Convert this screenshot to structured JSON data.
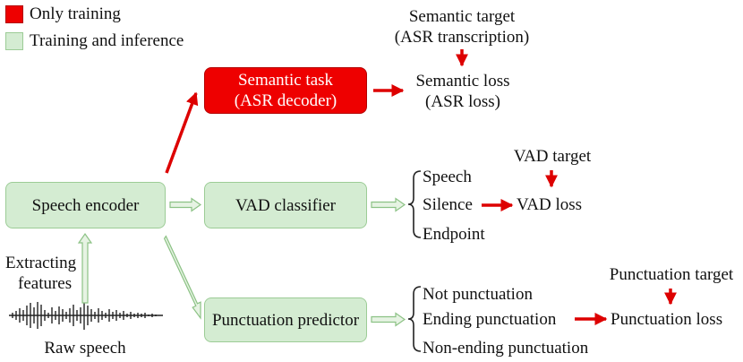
{
  "legend": [
    {
      "label": "Only training",
      "color": "#ee0000"
    },
    {
      "label": "Training and inference",
      "color": "#d4ecd2"
    }
  ],
  "nodes": {
    "speech_encoder": "Speech encoder",
    "semantic_task": [
      "Semantic task",
      "(ASR decoder)"
    ],
    "vad_classifier": "VAD classifier",
    "punctuation_predictor": "Punctuation predictor"
  },
  "labels": {
    "extracting_features": [
      "Extracting",
      "features"
    ],
    "raw_speech": "Raw speech"
  },
  "semantic": {
    "target": [
      "Semantic target",
      "(ASR transcription)"
    ],
    "loss": [
      "Semantic loss",
      "(ASR loss)"
    ]
  },
  "vad": {
    "outputs": [
      "Speech",
      "Silence",
      "Endpoint"
    ],
    "target": "VAD target",
    "loss": "VAD loss"
  },
  "punctuation": {
    "outputs": [
      "Not punctuation",
      "Ending punctuation",
      "Non-ending punctuation"
    ],
    "target": "Punctuation target",
    "loss": "Punctuation loss"
  },
  "colors": {
    "training_only_arrow": "#dd0000",
    "training_and_inference_arrow": "#8cc285"
  }
}
